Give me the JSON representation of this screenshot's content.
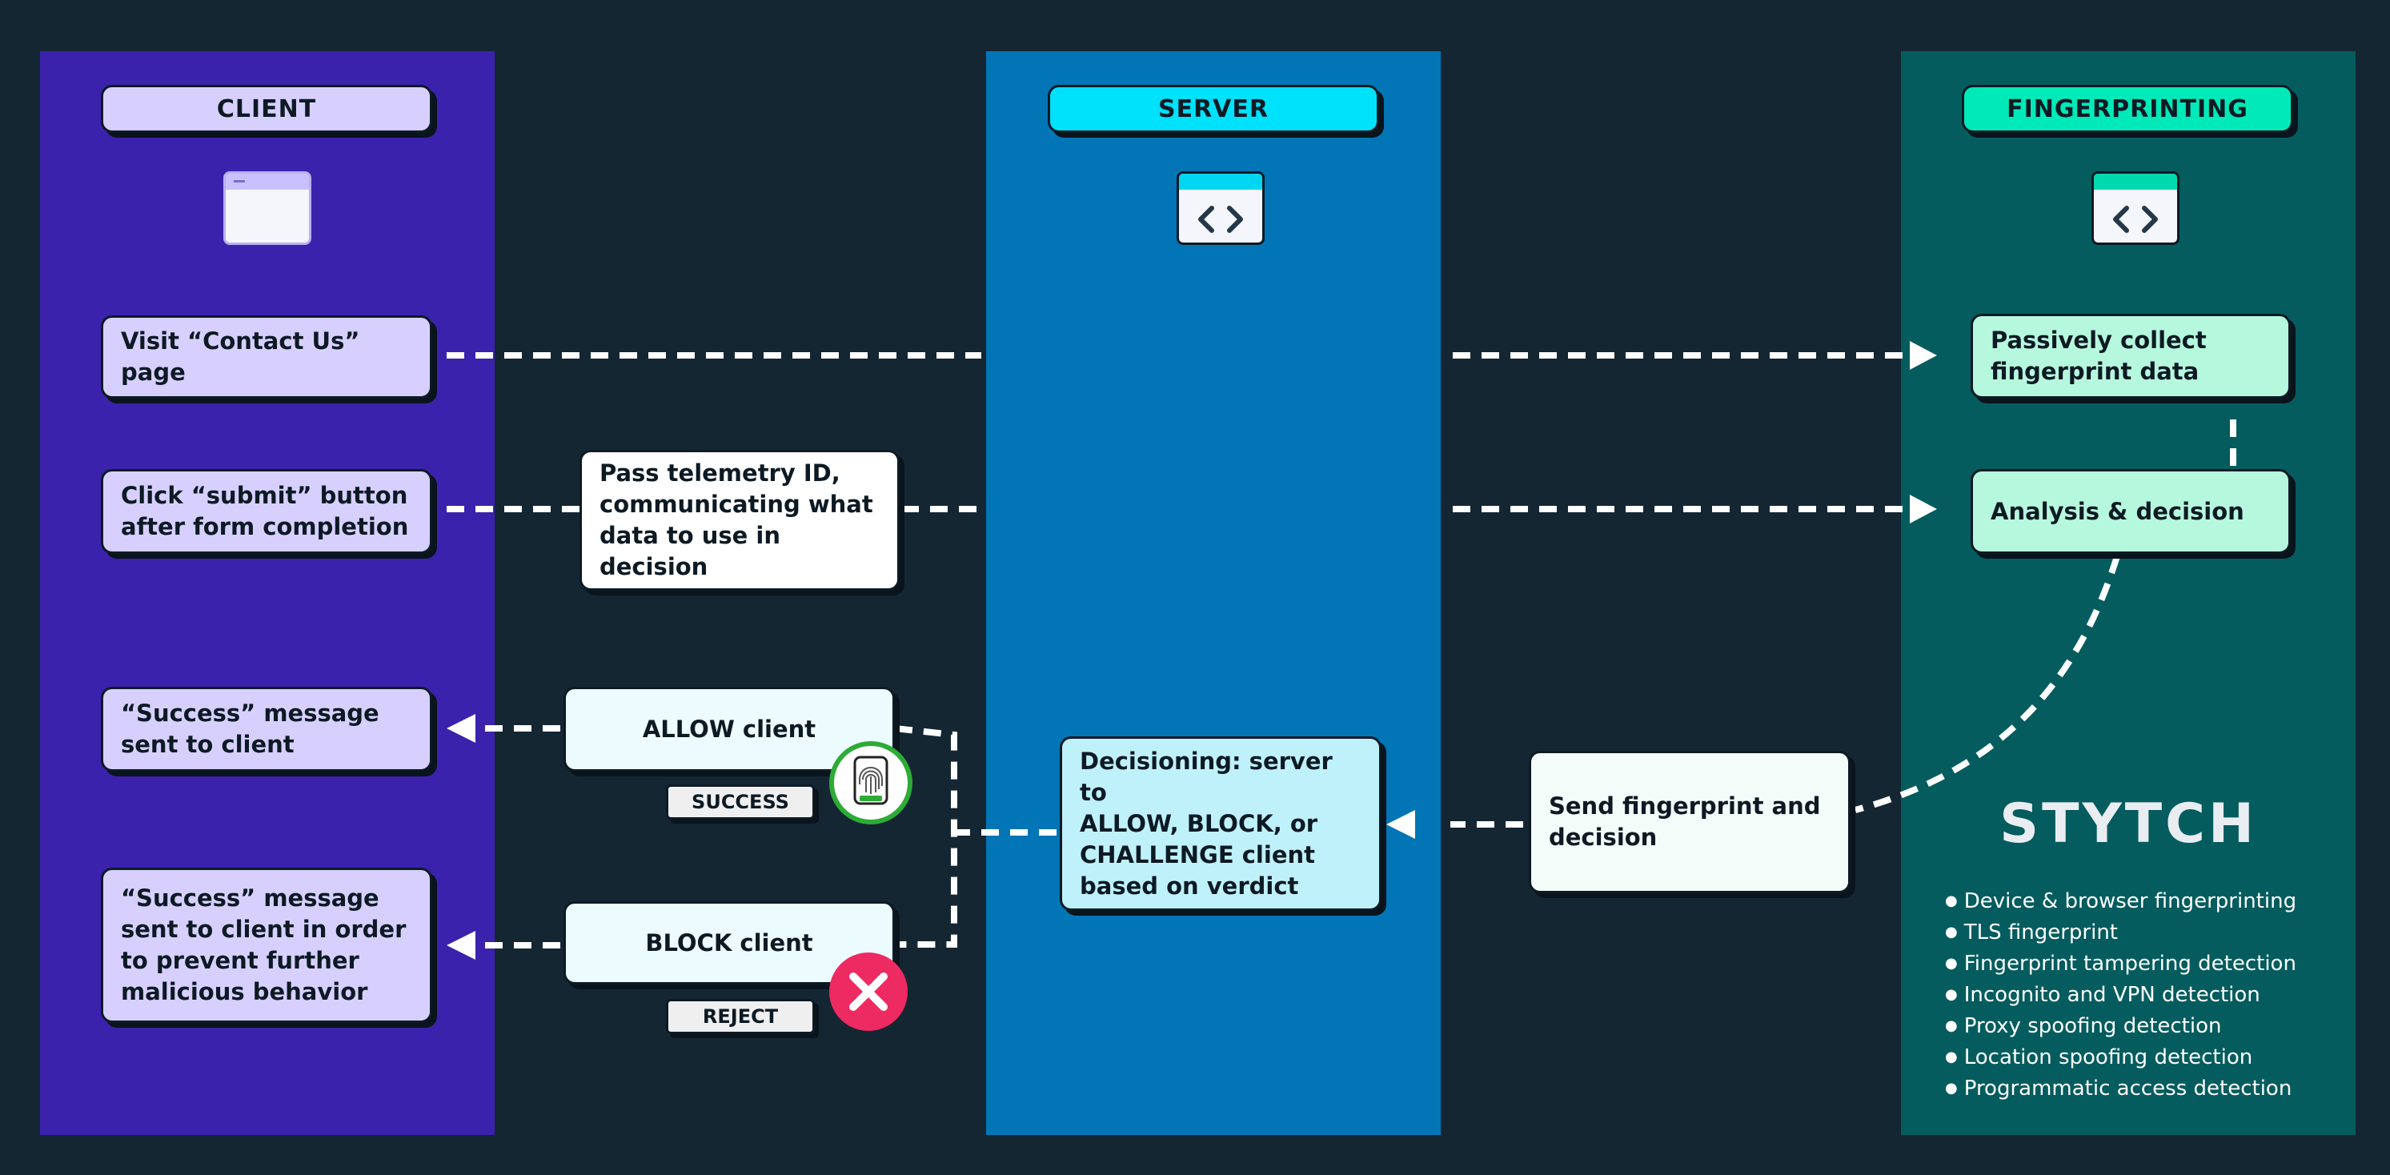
{
  "lanes": {
    "client": {
      "title": "CLIENT",
      "color": "#3a22ac",
      "header_color": "#d7d0ff"
    },
    "server": {
      "title": "SERVER",
      "color": "#0275b6",
      "header_color": "#00e1fb"
    },
    "fingerprinting": {
      "title": "FINGERPRINTING",
      "color": "#045c5e",
      "header_color": "#00e9b9"
    }
  },
  "client": {
    "visit": "Visit “Contact Us” page",
    "submit": "Click “submit” button\nafter form completion",
    "success": "“Success” message\nsent to client",
    "success_block": "“Success” message\nsent to client in order\nto prevent further\nmalicious behavior"
  },
  "middle": {
    "telemetry": "Pass telemetry ID,\ncommunicating what\ndata to use in decision",
    "allow": "ALLOW client",
    "allow_tag": "SUCCESS",
    "block": "BLOCK client",
    "block_tag": "REJECT"
  },
  "server": {
    "decision": "Decisioning: server to\nALLOW, BLOCK, or\nCHALLENGE client\nbased on verdict"
  },
  "send": "Send fingerprint and\ndecision",
  "fingerprinting": {
    "collect": "Passively collect\nfingerprint data",
    "analysis": "Analysis & decision"
  },
  "brand": "STYTCH",
  "features": [
    "Device & browser fingerprinting",
    "TLS fingerprint",
    "Fingerprint tampering detection",
    "Incognito and VPN detection",
    "Proxy spoofing detection",
    "Location spoofing detection",
    "Programmatic access detection"
  ],
  "icons": {
    "client_window": "browser-window-icon",
    "server_code": "code-window-icon",
    "fp_code": "code-window-icon",
    "success": "fingerprint-check-icon",
    "reject": "x-circle-icon"
  },
  "colors": {
    "background": "#152633",
    "arrow": "#ffffff",
    "success_green": "#2dab36",
    "reject_pink": "#ee2a62"
  }
}
